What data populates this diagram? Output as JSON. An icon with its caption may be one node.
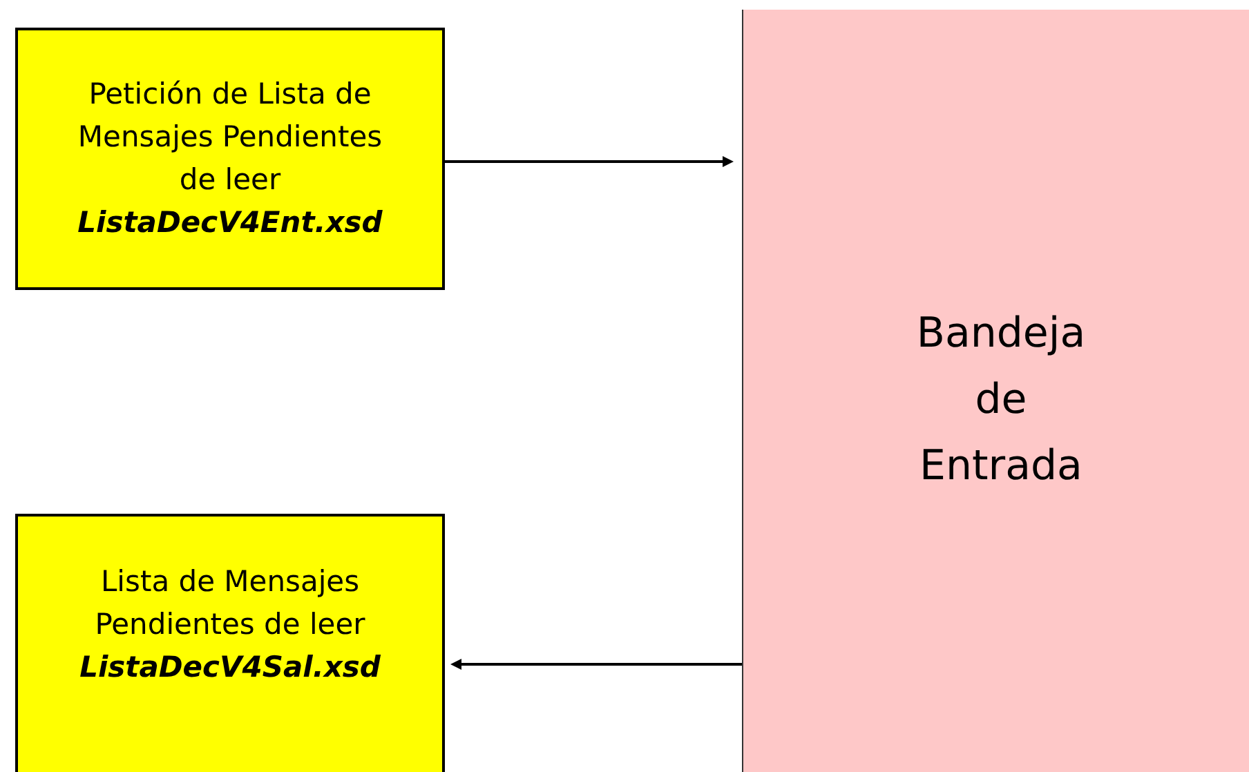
{
  "diagram": {
    "nodes": [
      {
        "text": [
          "Petición de Lista de Mensajes Pendientes de leer",
          "ListaDecV4Ent.xsd"
        ]
      },
      {
        "text": [
          "Lista de Mensajes Pendientes de leer",
          "ListaDecV4Sal.xsd"
        ]
      },
      {
        "text": [
          "Bandeja de Entrada"
        ]
      }
    ],
    "edges": [
      {
        "from": 0,
        "to": 2,
        "arrow": "to"
      },
      {
        "from": 2,
        "to": 1,
        "arrow": "to"
      }
    ]
  }
}
